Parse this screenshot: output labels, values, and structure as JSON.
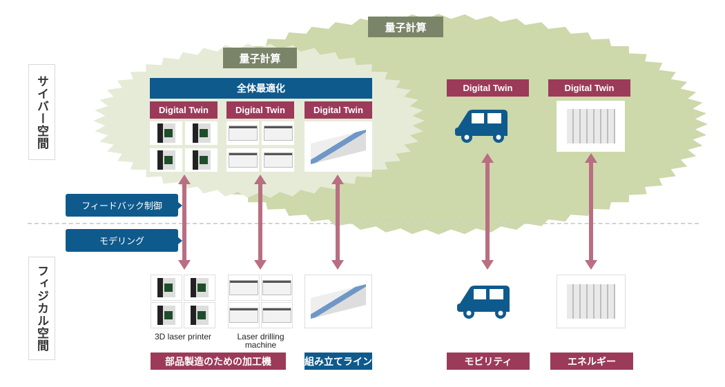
{
  "side_labels": {
    "cyber": "サイバー空間",
    "physical": "フィジカル空間"
  },
  "quantum_labels": {
    "outer": "量子計算",
    "inner": "量子計算"
  },
  "cyber": {
    "optimization_label": "全体最適化",
    "manufacturing_twins": [
      {
        "label": "Digital Twin",
        "image": "3d-laser-printer-grid"
      },
      {
        "label": "Digital Twin",
        "image": "laser-drilling-machine-grid"
      },
      {
        "label": "Digital Twin",
        "image": "assembly-line"
      }
    ],
    "mobility_twin": {
      "label": "Digital Twin",
      "icon": "car-icon"
    },
    "energy_twin": {
      "label": "Digital Twin",
      "image": "circuit-breakers"
    }
  },
  "callouts": {
    "feedback": "フィードバック制御",
    "modeling": "モデリング"
  },
  "physical": {
    "captions": {
      "printer": "3D laser printer",
      "drill_line1": "Laser drilling",
      "drill_line2": "machine"
    },
    "labels": {
      "manufacturing": "部品製造のための加工機",
      "assembly": "組み立てライン",
      "mobility": "モビリティ",
      "energy": "エネルギー"
    }
  },
  "colors": {
    "magenta": "#9c3a5a",
    "blue": "#0f5a8c",
    "olive": "#7a8468",
    "outer_cloud": "#cdd8ab",
    "inner_cloud": "#e6ebd7",
    "arrow": "#b96e82"
  }
}
